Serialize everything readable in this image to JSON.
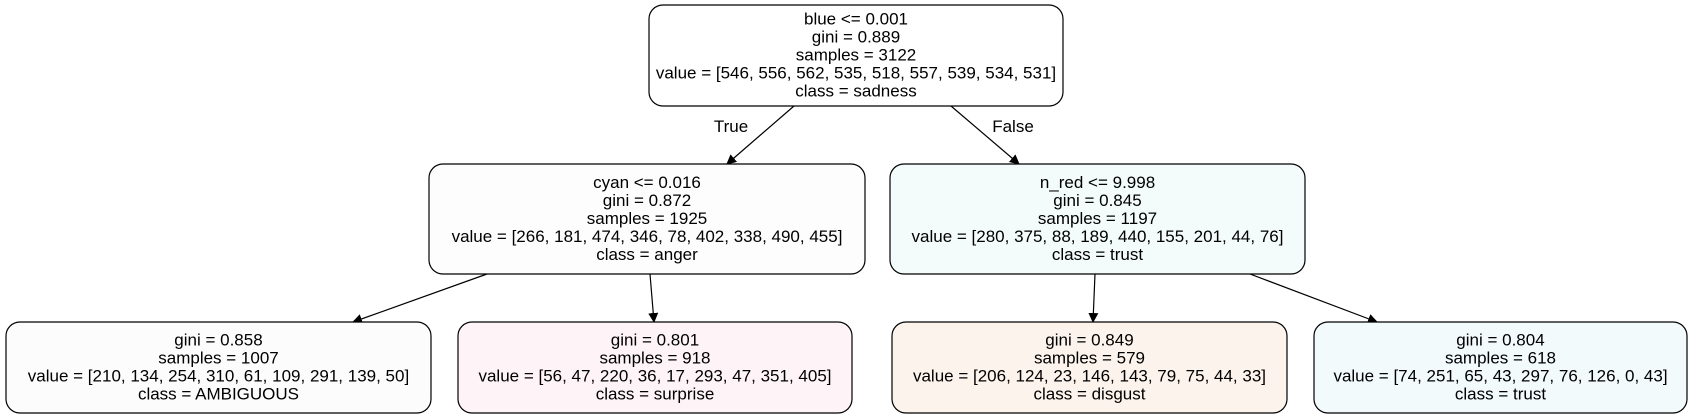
{
  "tree": {
    "nodes": [
      {
        "id": "root",
        "lines": [
          "blue <= 0.001",
          "gini = 0.889",
          "samples = 3122",
          "value = [546, 556, 562, 535, 518, 557, 539, 534, 531]",
          "class = sadness"
        ],
        "fill": "#ffffff"
      },
      {
        "id": "left",
        "lines": [
          "cyan <= 0.016",
          "gini = 0.872",
          "samples = 1925",
          "value = [266, 181, 474, 346, 78, 402, 338, 490, 455]",
          "class = anger"
        ],
        "fill": "#fdfdfd"
      },
      {
        "id": "right",
        "lines": [
          "n_red <= 9.998",
          "gini = 0.845",
          "samples = 1197",
          "value = [280, 375, 88, 189, 440, 155, 201, 44, 76]",
          "class = trust"
        ],
        "fill": "#f3fcfb"
      },
      {
        "id": "ll",
        "lines": [
          "gini = 0.858",
          "samples = 1007",
          "value = [210, 134, 254, 310, 61, 109, 291, 139, 50]",
          "class = AMBIGUOUS"
        ],
        "fill": "#fbfcfb"
      },
      {
        "id": "lr",
        "lines": [
          "gini = 0.801",
          "samples = 918",
          "value = [56, 47, 220, 36, 17, 293, 47, 351, 405]",
          "class = surprise"
        ],
        "fill": "#fef4f8"
      },
      {
        "id": "rl",
        "lines": [
          "gini = 0.849",
          "samples = 579",
          "value = [206, 124, 23, 146, 143, 79, 75, 44, 33]",
          "class = disgust"
        ],
        "fill": "#fcf3ec"
      },
      {
        "id": "rr",
        "lines": [
          "gini = 0.804",
          "samples = 618",
          "value = [74, 251, 65, 43, 297, 76, 126, 0, 43]",
          "class = trust"
        ],
        "fill": "#f2fafc"
      }
    ],
    "edges": [
      {
        "from": "root",
        "to": "left",
        "label": "True"
      },
      {
        "from": "root",
        "to": "right",
        "label": "False"
      },
      {
        "from": "left",
        "to": "ll",
        "label": ""
      },
      {
        "from": "left",
        "to": "lr",
        "label": ""
      },
      {
        "from": "right",
        "to": "rl",
        "label": ""
      },
      {
        "from": "right",
        "to": "rr",
        "label": ""
      }
    ]
  }
}
